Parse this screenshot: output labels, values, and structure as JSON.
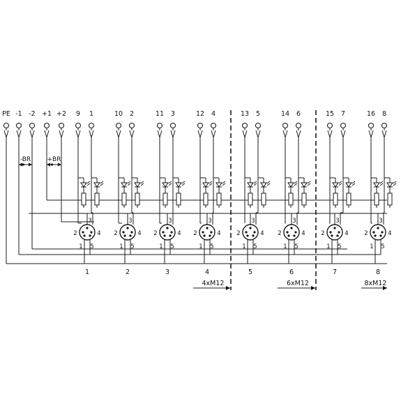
{
  "terminals": [
    {
      "label": "PE"
    },
    {
      "label": "-1"
    },
    {
      "label": "-2"
    },
    {
      "label": "+1"
    },
    {
      "label": "+2"
    },
    {
      "label": "9"
    },
    {
      "label": "1"
    },
    {
      "label": "10"
    },
    {
      "label": "2"
    },
    {
      "label": "11"
    },
    {
      "label": "3"
    },
    {
      "label": "12"
    },
    {
      "label": "4"
    },
    {
      "label": "13"
    },
    {
      "label": "5"
    },
    {
      "label": "14"
    },
    {
      "label": "6"
    },
    {
      "label": "15"
    },
    {
      "label": "7"
    },
    {
      "label": "16"
    },
    {
      "label": "8"
    }
  ],
  "bridges": [
    {
      "label": "-BR"
    },
    {
      "label": "+BR"
    }
  ],
  "connectors": [
    {
      "label": "1"
    },
    {
      "label": "2"
    },
    {
      "label": "3"
    },
    {
      "label": "4"
    },
    {
      "label": "5"
    },
    {
      "label": "6"
    },
    {
      "label": "7"
    },
    {
      "label": "8"
    }
  ],
  "pin_labels": {
    "p1": "1",
    "p2": "2",
    "p3": "3",
    "p4": "4",
    "p5": "5"
  },
  "variants": [
    {
      "label": "4xM12"
    },
    {
      "label": "6xM12"
    },
    {
      "label": "8xM12"
    }
  ]
}
